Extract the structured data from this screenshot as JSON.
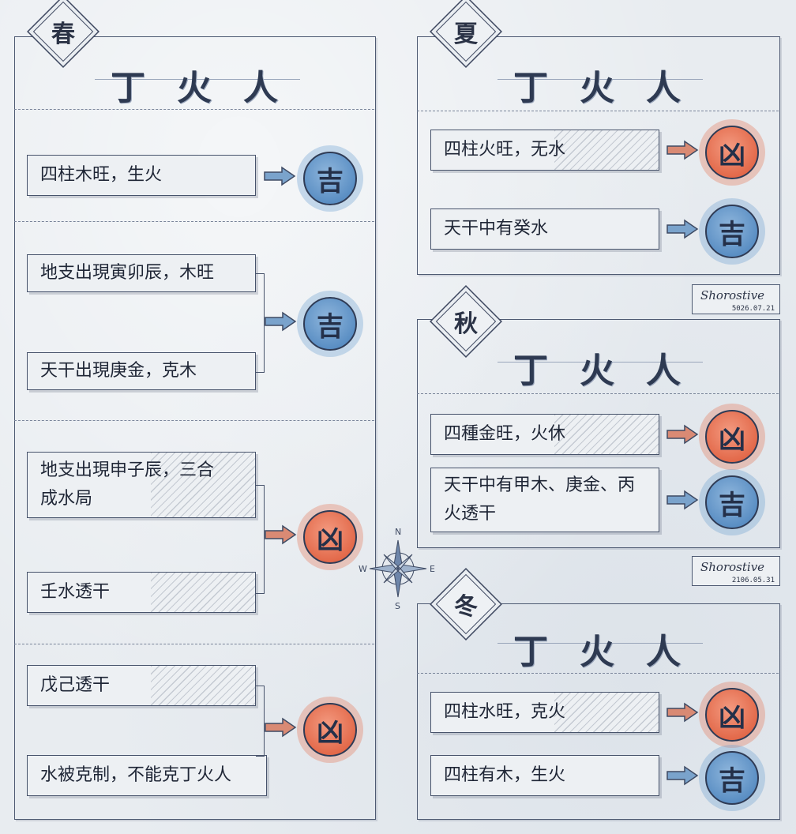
{
  "spring": {
    "season": "春",
    "title": "丁火人",
    "groups": [
      {
        "conditions": [
          "四柱木旺，生火"
        ],
        "result": "吉"
      },
      {
        "conditions": [
          "地支出現寅卯辰，木旺",
          "天干出現庚金，克木"
        ],
        "result": "吉"
      },
      {
        "conditions": [
          "地支出現申子辰，三合成水局",
          "壬水透干"
        ],
        "result": "凶"
      },
      {
        "conditions": [
          "戊己透干",
          "水被克制，不能克丁火人"
        ],
        "result": "凶"
      }
    ]
  },
  "summer": {
    "season": "夏",
    "title": "丁火人",
    "groups": [
      {
        "conditions": [
          "四柱火旺，无水"
        ],
        "result": "凶"
      },
      {
        "conditions": [
          "天干中有癸水"
        ],
        "result": "吉"
      }
    ]
  },
  "autumn": {
    "season": "秋",
    "title": "丁火人",
    "groups": [
      {
        "conditions": [
          "四種金旺，火休"
        ],
        "result": "凶"
      },
      {
        "conditions": [
          "天干中有甲木、庚金、丙火透干"
        ],
        "result": "吉"
      }
    ]
  },
  "winter": {
    "season": "冬",
    "title": "丁火人",
    "groups": [
      {
        "conditions": [
          "四柱水旺，克火"
        ],
        "result": "凶"
      },
      {
        "conditions": [
          "四柱有木，生火"
        ],
        "result": "吉"
      }
    ]
  },
  "signatures": [
    {
      "name": "Shorostive",
      "date": "5026.07.21"
    },
    {
      "name": "Shorostive",
      "date": "2106.05.31"
    }
  ],
  "compass": {
    "n": "N",
    "s": "S",
    "e": "E",
    "w": "W"
  },
  "colors": {
    "good": "#5b8fc4",
    "bad": "#e36a4b",
    "ink": "#2b3346"
  }
}
